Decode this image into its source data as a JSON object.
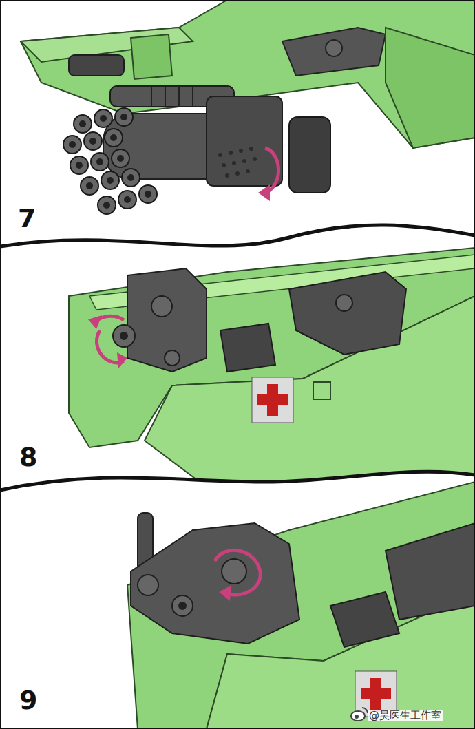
{
  "diagram": {
    "labels": [
      "7",
      "8",
      "9",
      "@昊医生工作室"
    ]
  }
}
